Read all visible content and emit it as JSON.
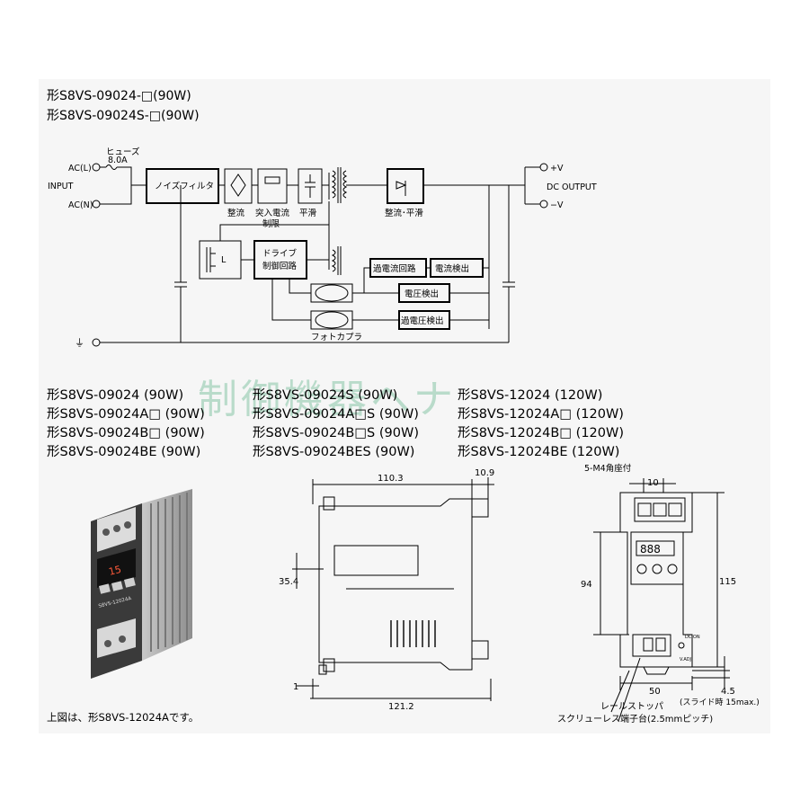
{
  "header": {
    "model_line_1": "形S8VS-09024-□(90W)",
    "model_line_2": "形S8VS-09024S-□(90W)"
  },
  "block_diagram": {
    "fuse_label": "ヒューズ",
    "fuse_rating": "8.0A",
    "input_label": "INPUT",
    "ac_l": "AC(L)",
    "ac_n": "AC(N)",
    "noise_filter": "ノイズフィルタ",
    "rectify": "整流",
    "inrush_line1": "突入電流",
    "inrush_line2": "制限",
    "smoothing": "平滑",
    "rect_smooth": "整流･平滑",
    "output_label": "DC OUTPUT",
    "plus_v": "+V",
    "minus_v": "−V",
    "l_label": "L",
    "drive_line1": "ドライブ",
    "drive_line2": "制御回路",
    "overcurrent": "過電流回路",
    "current_detect": "電流検出",
    "voltage_detect": "電圧検出",
    "overvoltage_detect": "過電圧検出",
    "photocoupler": "フォトカプラ",
    "ground_symbol": "⏚"
  },
  "watermark": "制御機器ヘナ",
  "model_list": {
    "col1": [
      "形S8VS-09024 (90W)",
      "形S8VS-09024A□ (90W)",
      "形S8VS-09024B□ (90W)",
      "形S8VS-09024BE (90W)"
    ],
    "col2": [
      "形S8VS-09024S (90W)",
      "形S8VS-09024A□S (90W)",
      "形S8VS-09024B□S (90W)",
      "形S8VS-09024BES (90W)"
    ],
    "col3": [
      "形S8VS-12024 (120W)",
      "形S8VS-12024A□ (120W)",
      "形S8VS-12024B□ (120W)",
      "形S8VS-12024BE (120W)"
    ]
  },
  "photo": {
    "display": "15",
    "product_label": "S8VS-12024A",
    "caption": "上図は、形S8VS-12024Aです。"
  },
  "side_view": {
    "dim_width": "110.3",
    "dim_rail": "10.9",
    "dim_height": "35.4",
    "dim_bottom_offset": "1",
    "dim_total_depth": "121.2"
  },
  "front_view": {
    "terminal_note": "5-M4角座付",
    "dim_top_width": "10",
    "dim_inner_height": "94",
    "dim_total_height": "115",
    "dim_width": "50",
    "dim_slide": "4.5",
    "slide_note": "(スライド時 15max.)",
    "display": "888",
    "dc_on": "DC ON",
    "v_adj": "V.ADJ",
    "rail_stopper": "レールストッパ",
    "screwless_terminal": "スクリューレス端子台(2.5mmピッチ)"
  }
}
